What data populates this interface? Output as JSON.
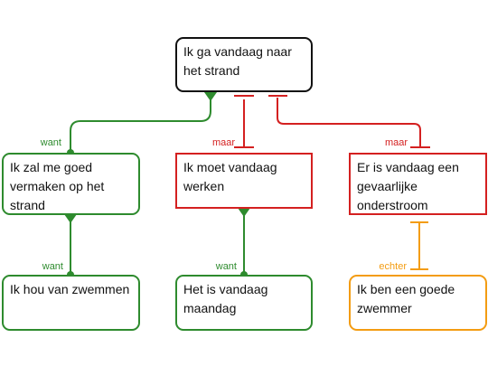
{
  "colors": {
    "neutral": "#111111",
    "support": "#2e8b2e",
    "attack": "#d42020",
    "rebut": "#f39c12"
  },
  "nodes": {
    "root": "Ik ga vandaag naar het strand",
    "n1": "Ik zal me goed vermaken op het strand",
    "n2": "Ik moet vandaag werken",
    "n3": "Er is vandaag een gevaarlijke onderstroom",
    "n4": "Ik hou van zwemmen",
    "n5": "Het is vandaag maandag",
    "n6": "Ik ben een goede zwemmer"
  },
  "edges": [
    {
      "from": "n1",
      "to": "root",
      "relation": "support",
      "label": "want"
    },
    {
      "from": "n2",
      "to": "root",
      "relation": "attack",
      "label": "maar"
    },
    {
      "from": "n3",
      "to": "root",
      "relation": "attack",
      "label": "maar"
    },
    {
      "from": "n4",
      "to": "n1",
      "relation": "support",
      "label": "want"
    },
    {
      "from": "n5",
      "to": "n2",
      "relation": "support",
      "label": "want"
    },
    {
      "from": "n6",
      "to": "n3",
      "relation": "rebut",
      "label": "echter"
    }
  ]
}
